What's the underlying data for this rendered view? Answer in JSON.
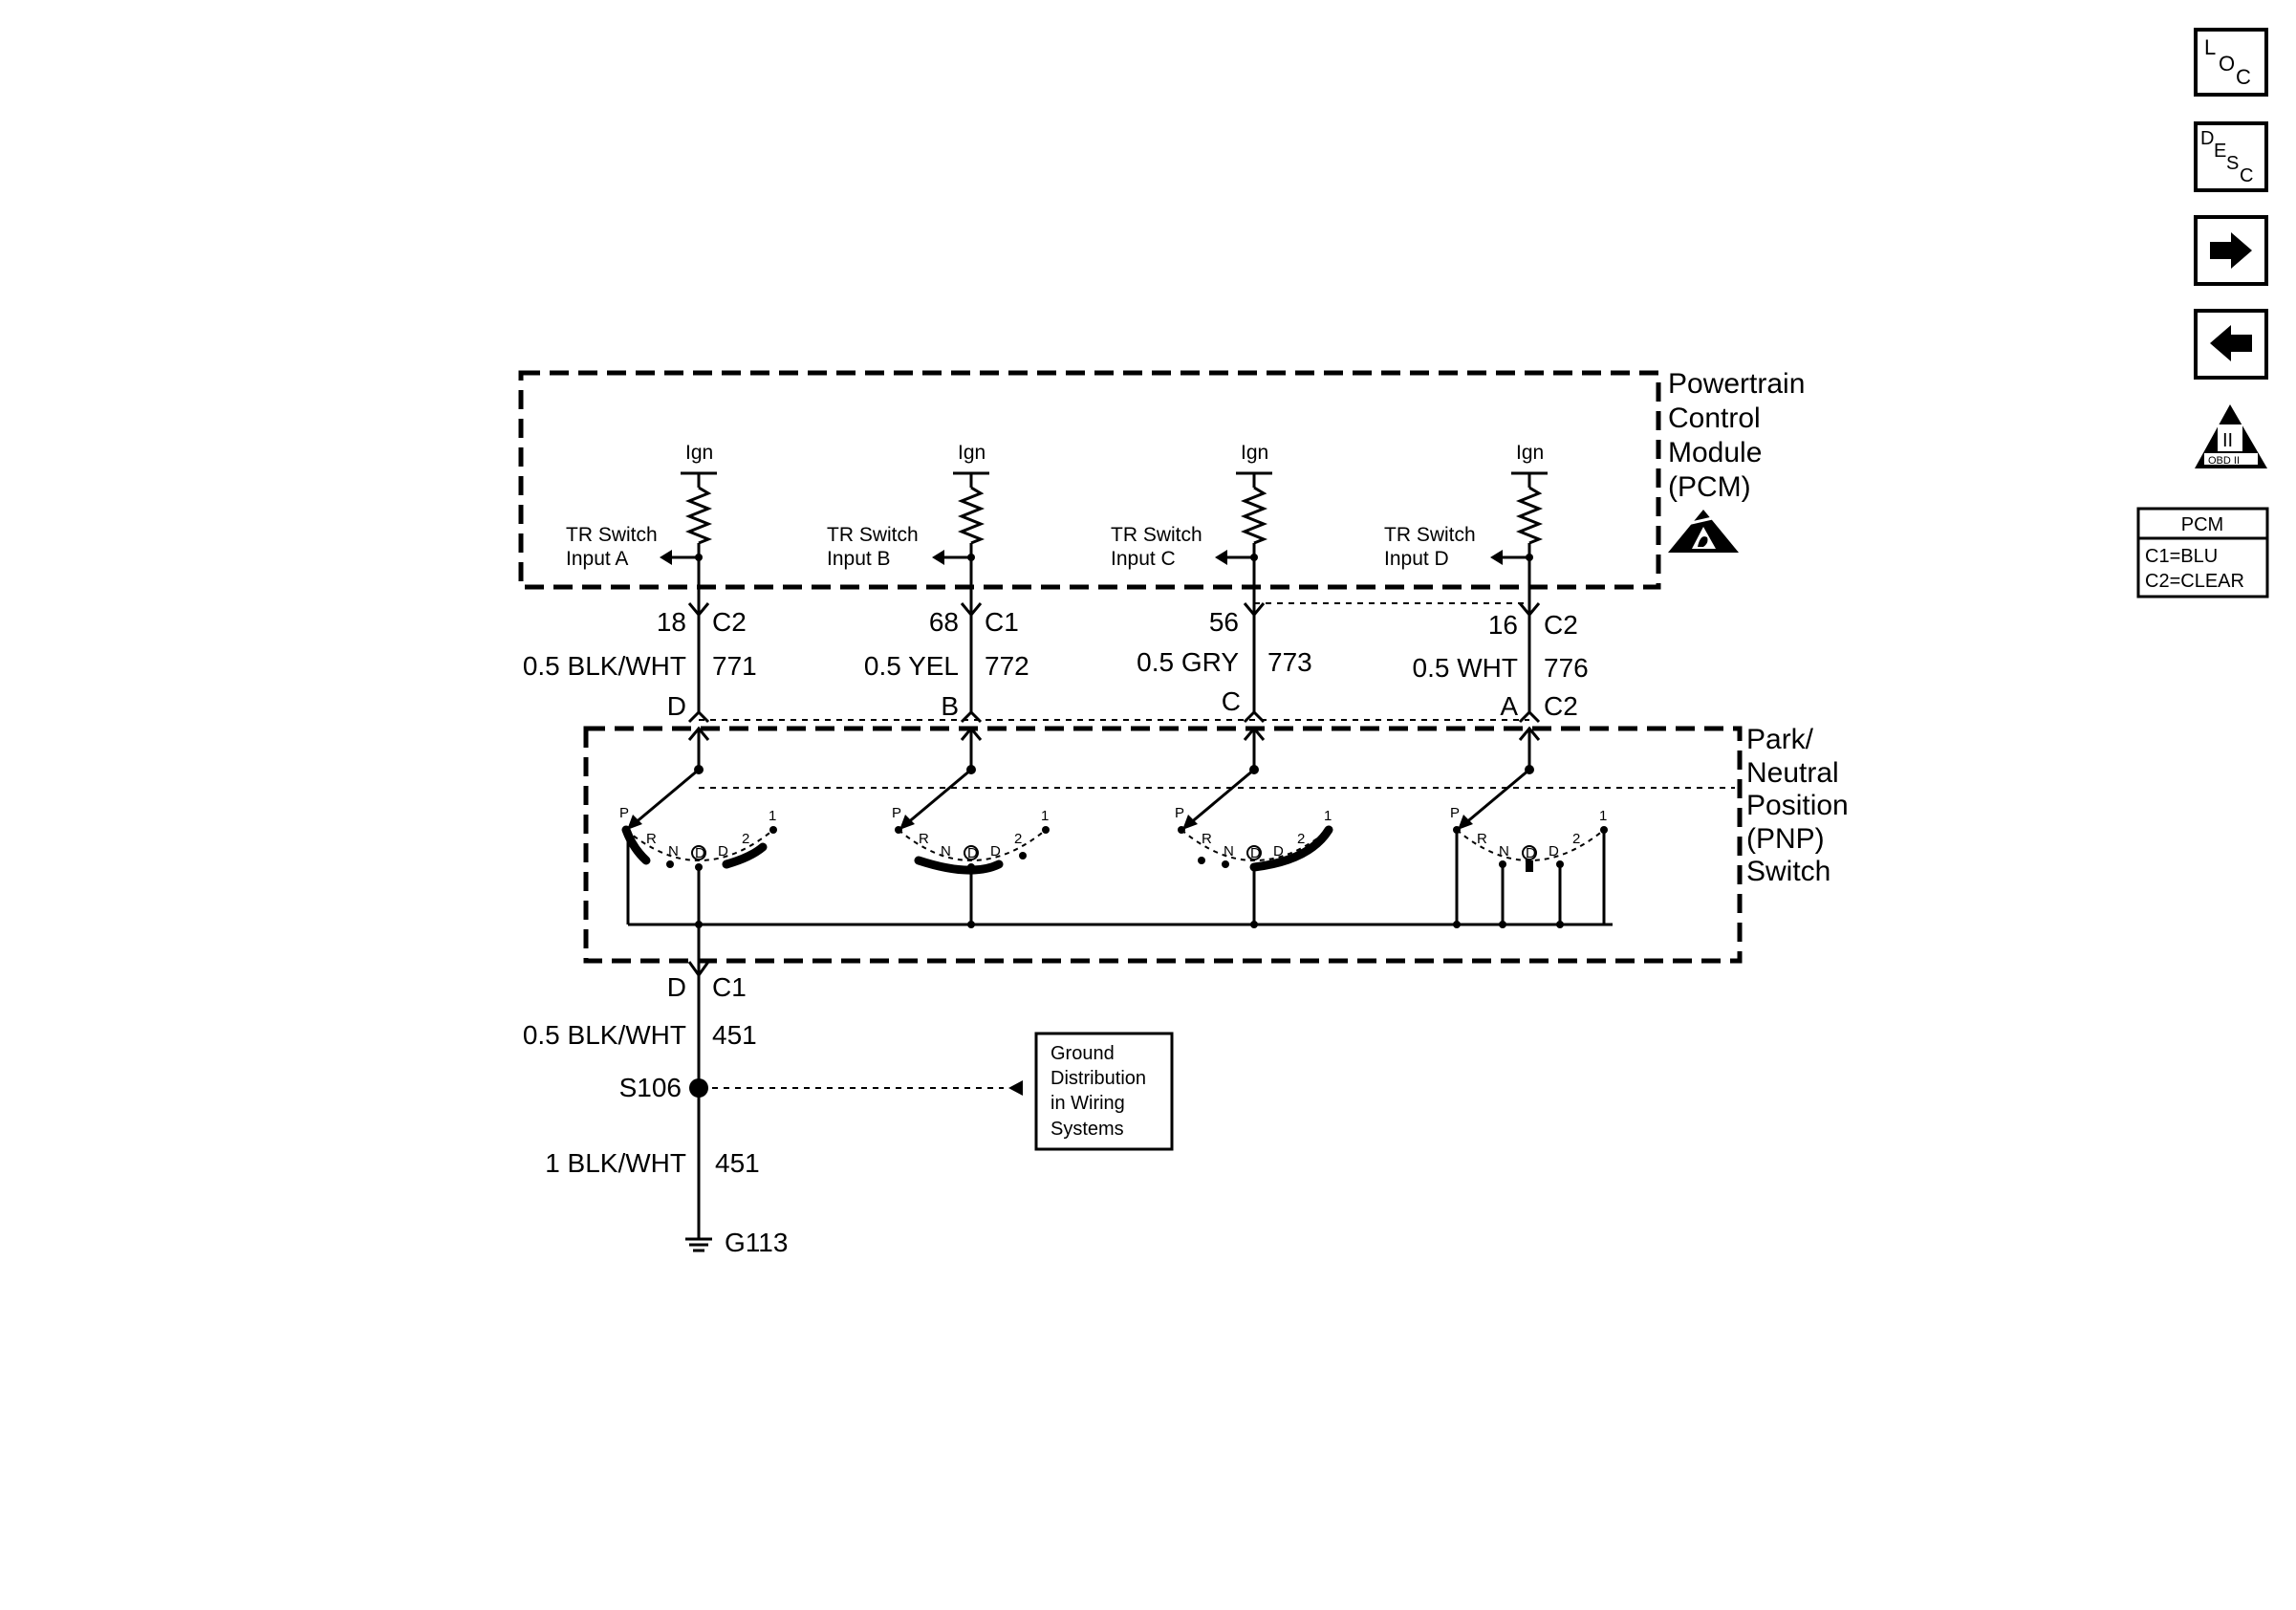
{
  "pcm": {
    "title_lines": [
      "Powertrain",
      "Control",
      "Module",
      "(PCM)"
    ],
    "ign_label": "Ign",
    "inputs": [
      {
        "line1": "TR Switch",
        "line2": "Input A"
      },
      {
        "line1": "TR Switch",
        "line2": "Input B"
      },
      {
        "line1": "TR Switch",
        "line2": "Input C"
      },
      {
        "line1": "TR Switch",
        "line2": "Input D"
      }
    ]
  },
  "circuits": [
    {
      "pin": "18",
      "connector": "C2",
      "wire": "0.5 BLK/WHT",
      "circuit": "771",
      "switch_pin": "D"
    },
    {
      "pin": "68",
      "connector": "C1",
      "wire": "0.5 YEL",
      "circuit": "772",
      "switch_pin": "B"
    },
    {
      "pin": "56",
      "connector": "",
      "wire": "0.5 GRY",
      "circuit": "773",
      "switch_pin": "C"
    },
    {
      "pin": "16",
      "connector": "C2",
      "wire": "0.5 WHT",
      "circuit": "776",
      "switch_pin": "A",
      "switch_connector": "C2"
    }
  ],
  "pnp": {
    "title_lines": [
      "Park/",
      "Neutral",
      "Position",
      "(PNP)",
      "Switch"
    ],
    "positions": [
      "P",
      "R",
      "N",
      "D",
      "D",
      "2",
      "1"
    ]
  },
  "ground": {
    "switch_pin": "D",
    "switch_connector": "C1",
    "wire1": "0.5 BLK/WHT",
    "circuit1": "451",
    "splice": "S106",
    "wire2": "1 BLK/WHT",
    "circuit2": "451",
    "ground_point": "G113",
    "ref_box_lines": [
      "Ground",
      "Distribution",
      "in Wiring",
      "Systems"
    ]
  },
  "sidebar": {
    "loc": [
      "L",
      "O",
      "C"
    ],
    "desc": [
      "D",
      "E",
      "S",
      "C"
    ],
    "obd_label": "OBD II",
    "obd_roman": "II",
    "legend_title": "PCM",
    "legend_lines": [
      "C1=BLU",
      "C2=CLEAR"
    ]
  }
}
